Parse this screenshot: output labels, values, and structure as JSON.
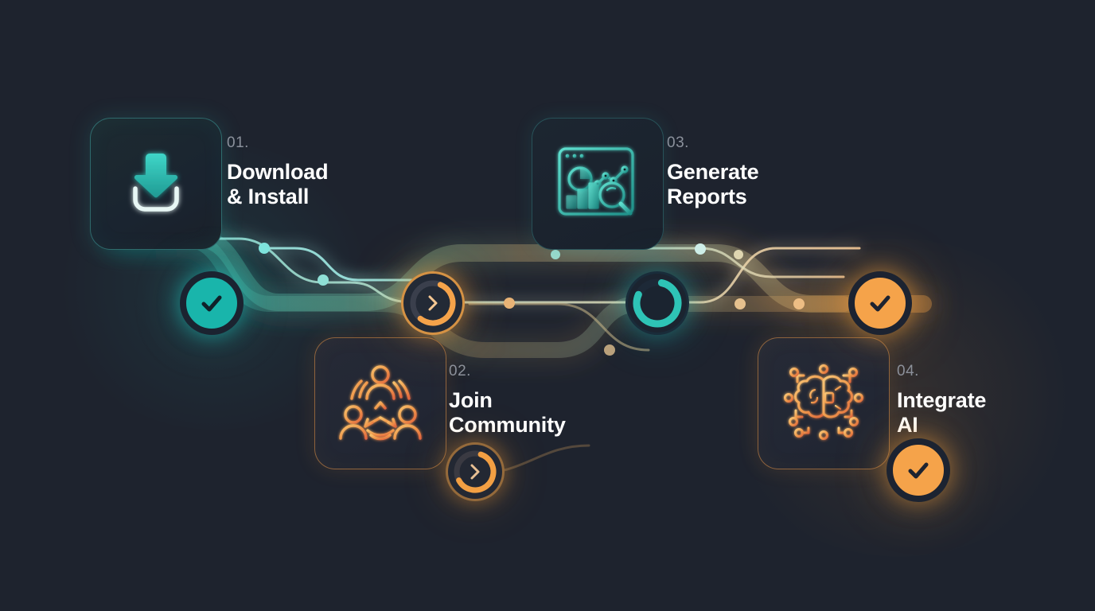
{
  "scene": {
    "kind": "process-flow-infographic",
    "background_color": "#1e232e",
    "accent_teal": "#2ec4b6",
    "accent_orange": "#f5a34a"
  },
  "steps": [
    {
      "number": "01.",
      "title": "Download\n& Install",
      "icon": "download-icon",
      "theme": "teal"
    },
    {
      "number": "02.",
      "title": "Join\nCommunity",
      "icon": "community-network-icon",
      "theme": "orange"
    },
    {
      "number": "03.",
      "title": "Generate\nReports",
      "icon": "analytics-dashboard-icon",
      "theme": "teal"
    },
    {
      "number": "04.",
      "title": "Integrate\nAI",
      "icon": "ai-brain-circuit-icon",
      "theme": "orange"
    }
  ],
  "nodes": [
    {
      "name": "node-complete-1",
      "icon": "check-icon",
      "state": "complete",
      "color": "#19b5ab"
    },
    {
      "name": "node-progress-1",
      "icon": "chevron-right-icon",
      "state": "in-progress",
      "color": "#f5a34a",
      "progress": 55
    },
    {
      "name": "node-progress-2",
      "icon": "ring-icon",
      "state": "pending",
      "color": "#2ec4b6",
      "progress": 78
    },
    {
      "name": "node-complete-2",
      "icon": "check-icon",
      "state": "complete",
      "color": "#f5a34a"
    },
    {
      "name": "node-progress-3",
      "icon": "chevron-right-icon",
      "state": "in-progress",
      "color": "#e8963f",
      "progress": 62
    },
    {
      "name": "node-complete-3",
      "icon": "check-icon",
      "state": "complete",
      "color": "#f5a34a"
    }
  ],
  "connector": {
    "style": "curved-gradient-path",
    "from_color": "#2ec4b6",
    "to_color": "#f5a34a",
    "marker_dots": 7
  }
}
